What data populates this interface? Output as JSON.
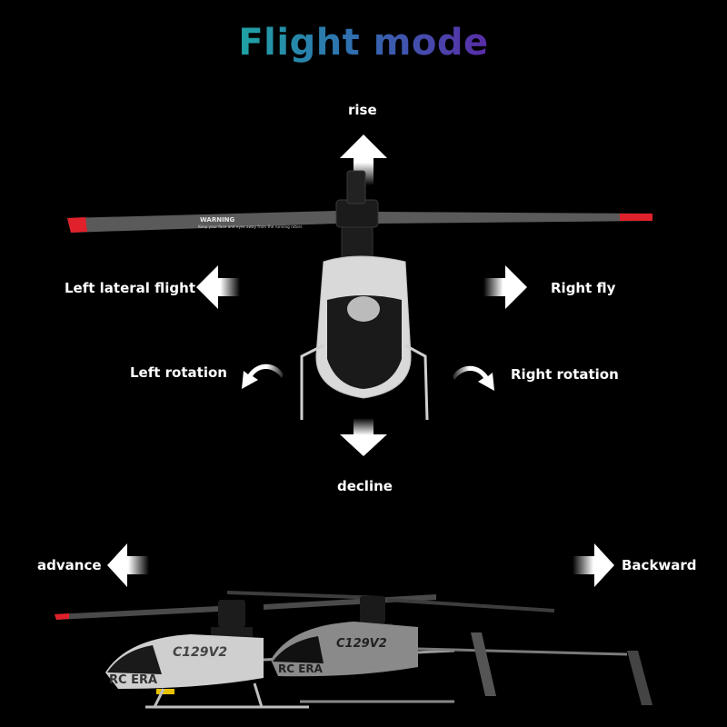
{
  "title": "Flight mode",
  "labels": {
    "rise": "rise",
    "left_lateral": "Left lateral flight",
    "right_fly": "Right fly",
    "left_rotation": "Left rotation",
    "right_rotation": "Right rotation",
    "decline": "decline",
    "advance": "advance",
    "backward": "Backward"
  },
  "helicopter": {
    "warning_text": "WARNING",
    "warning_sub": "Keep your face and eyes away from the running rotors",
    "brand": "RC ERA",
    "model": "C129V2"
  },
  "colors": {
    "background": "#000000",
    "title_gradient_start": "#1fa3a3",
    "title_gradient_end": "#5a2ba8",
    "blade_tip": "#e0212b",
    "body": "#d9d9d9",
    "canopy": "#1a1a1a"
  }
}
